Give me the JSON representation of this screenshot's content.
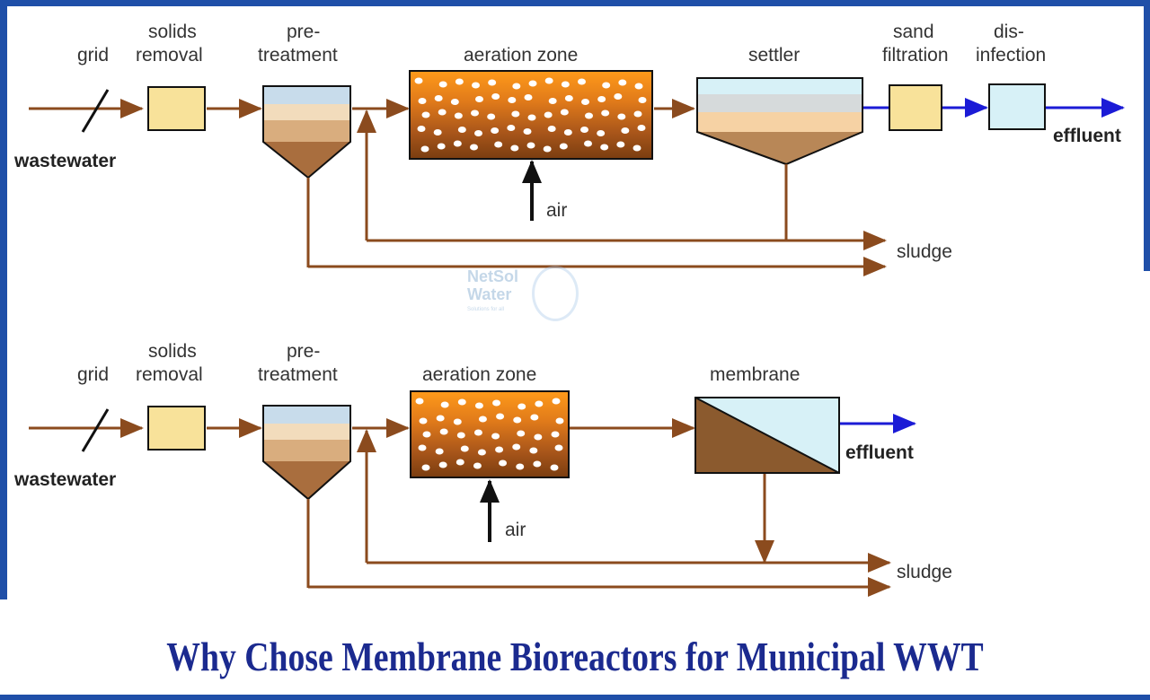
{
  "title": "Why Chose Membrane Bioreactors for Municipal WWT",
  "watermark": {
    "line1": "NetSol",
    "line2": "Water",
    "line3": "Solutions for all"
  },
  "colors": {
    "frame": "#1f4fa8",
    "title": "#1b2a8f",
    "flow_arrow": "#8b4b1e",
    "effluent_arrow": "#1b1bd6",
    "box_fill": "#f8e29a",
    "disinfection_fill": "#d7f1f7",
    "aeration_top": "#ff9a1a",
    "aeration_bottom": "#7a3d10",
    "sludge": "#8a5a3a",
    "membrane_fill": "#d7f1f7"
  },
  "conventional": {
    "grid": "grid",
    "solids_removal": [
      "solids",
      "removal"
    ],
    "pretreatment": [
      "pre-",
      "treatment"
    ],
    "aeration_zone": "aeration zone",
    "settler": "settler",
    "sand_filtration": [
      "sand",
      "filtration"
    ],
    "disinfection": [
      "dis-",
      "infection"
    ],
    "wastewater": "wastewater",
    "air": "air",
    "effluent": "effluent",
    "sludge": "sludge"
  },
  "mbr": {
    "grid": "grid",
    "solids_removal": [
      "solids",
      "removal"
    ],
    "pretreatment": [
      "pre-",
      "treatment"
    ],
    "aeration_zone": "aeration zone",
    "membrane": "membrane",
    "wastewater": "wastewater",
    "air": "air",
    "effluent": "effluent",
    "sludge": "sludge"
  }
}
